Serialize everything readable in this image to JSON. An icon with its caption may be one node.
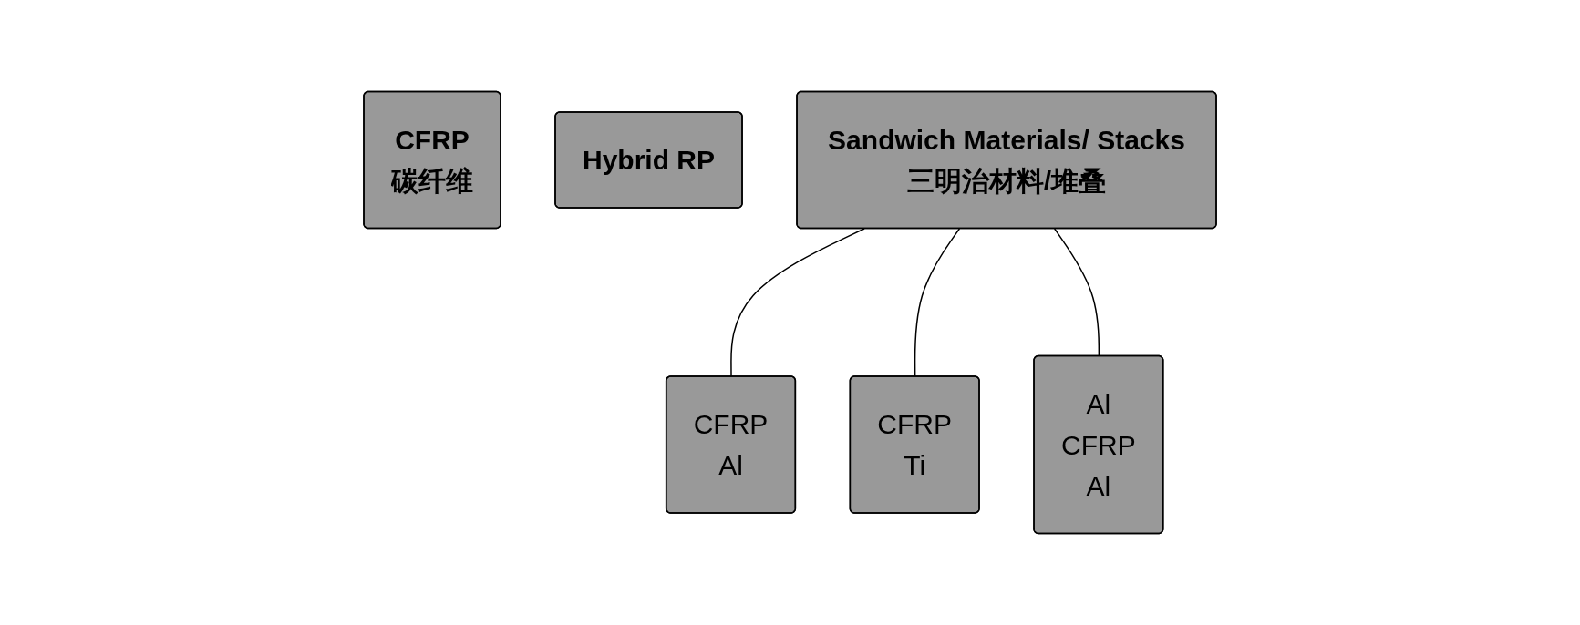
{
  "diagram": {
    "nodes": [
      {
        "text": [
          "CFRP",
          "碳纤维"
        ]
      },
      {
        "text": [
          "Hybrid RP"
        ]
      },
      {
        "text": [
          "Sandwich Materials/ Stacks三明治材料/堆叠"
        ]
      },
      {
        "text": [
          "CFRP",
          "Al"
        ]
      },
      {
        "text": [
          "CFRP",
          "Ti"
        ]
      },
      {
        "text": [
          "Al",
          "CFRP",
          "Al"
        ]
      }
    ],
    "edges": [
      {
        "from": 2,
        "to": 3,
        "arrow": "none"
      },
      {
        "from": 2,
        "to": 4,
        "arrow": "none"
      },
      {
        "from": 2,
        "to": 5,
        "arrow": "none"
      }
    ]
  }
}
